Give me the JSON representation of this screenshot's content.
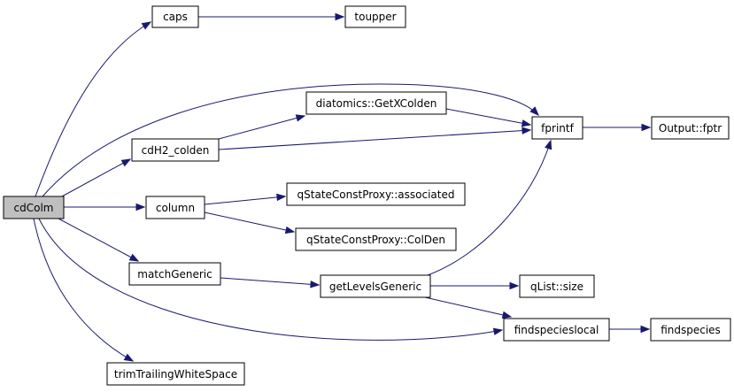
{
  "graph": {
    "colors": {
      "edge": "#191970",
      "root_fill": "#bfbfbf",
      "node_fill": "#ffffff",
      "node_border": "#000000"
    },
    "nodes": {
      "cdColm": "cdColm",
      "caps": "caps",
      "toupper": "toupper",
      "cdH2_colden": "cdH2_colden",
      "diatomics_GetXColden": "diatomics::GetXColden",
      "fprintf": "fprintf",
      "Output_fptr": "Output::fptr",
      "column": "column",
      "qStateConstProxy_associated": "qStateConstProxy::associated",
      "qStateConstProxy_ColDen": "qStateConstProxy::ColDen",
      "matchGeneric": "matchGeneric",
      "getLevelsGeneric": "getLevelsGeneric",
      "qList_size": "qList::size",
      "findspecieslocal": "findspecieslocal",
      "findspecies": "findspecies",
      "trimTrailingWhiteSpace": "trimTrailingWhiteSpace"
    },
    "edges": [
      [
        "cdColm",
        "caps"
      ],
      [
        "caps",
        "toupper"
      ],
      [
        "cdColm",
        "fprintf"
      ],
      [
        "cdColm",
        "cdH2_colden"
      ],
      [
        "cdH2_colden",
        "diatomics_GetXColden"
      ],
      [
        "cdH2_colden",
        "fprintf"
      ],
      [
        "diatomics_GetXColden",
        "fprintf"
      ],
      [
        "fprintf",
        "Output_fptr"
      ],
      [
        "cdColm",
        "column"
      ],
      [
        "column",
        "qStateConstProxy_associated"
      ],
      [
        "column",
        "qStateConstProxy_ColDen"
      ],
      [
        "cdColm",
        "matchGeneric"
      ],
      [
        "matchGeneric",
        "getLevelsGeneric"
      ],
      [
        "getLevelsGeneric",
        "fprintf"
      ],
      [
        "getLevelsGeneric",
        "qList_size"
      ],
      [
        "getLevelsGeneric",
        "findspecieslocal"
      ],
      [
        "cdColm",
        "findspecieslocal"
      ],
      [
        "findspecieslocal",
        "findspecies"
      ],
      [
        "cdColm",
        "trimTrailingWhiteSpace"
      ]
    ]
  }
}
